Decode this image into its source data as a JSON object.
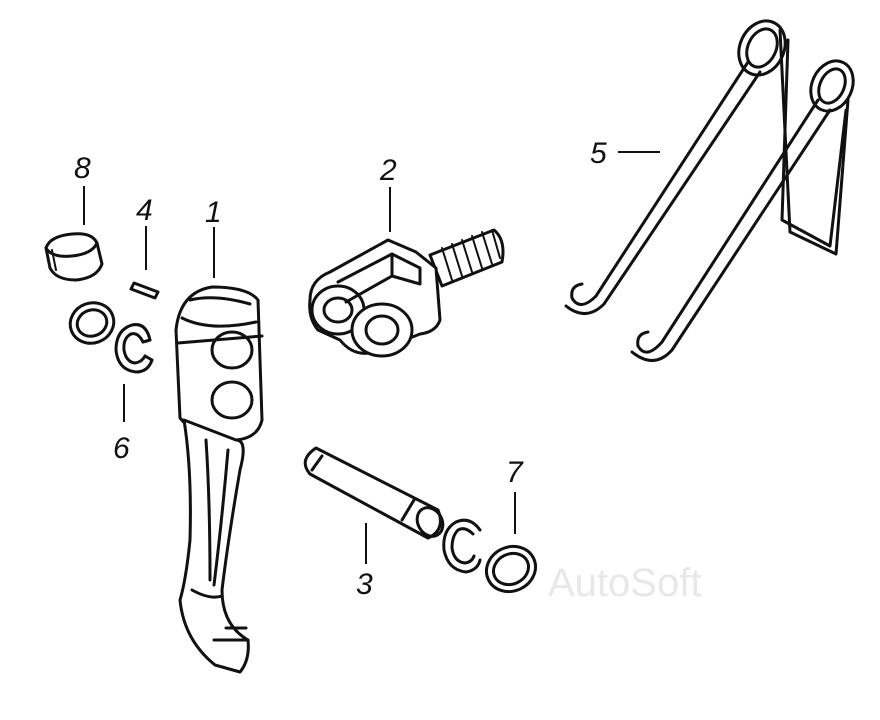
{
  "labels": {
    "part_1": "1",
    "part_2": "2",
    "part_3": "3",
    "part_4": "4",
    "part_5": "5",
    "part_6": "6",
    "part_7": "7",
    "part_8": "8"
  },
  "watermark": "AutoSoft"
}
